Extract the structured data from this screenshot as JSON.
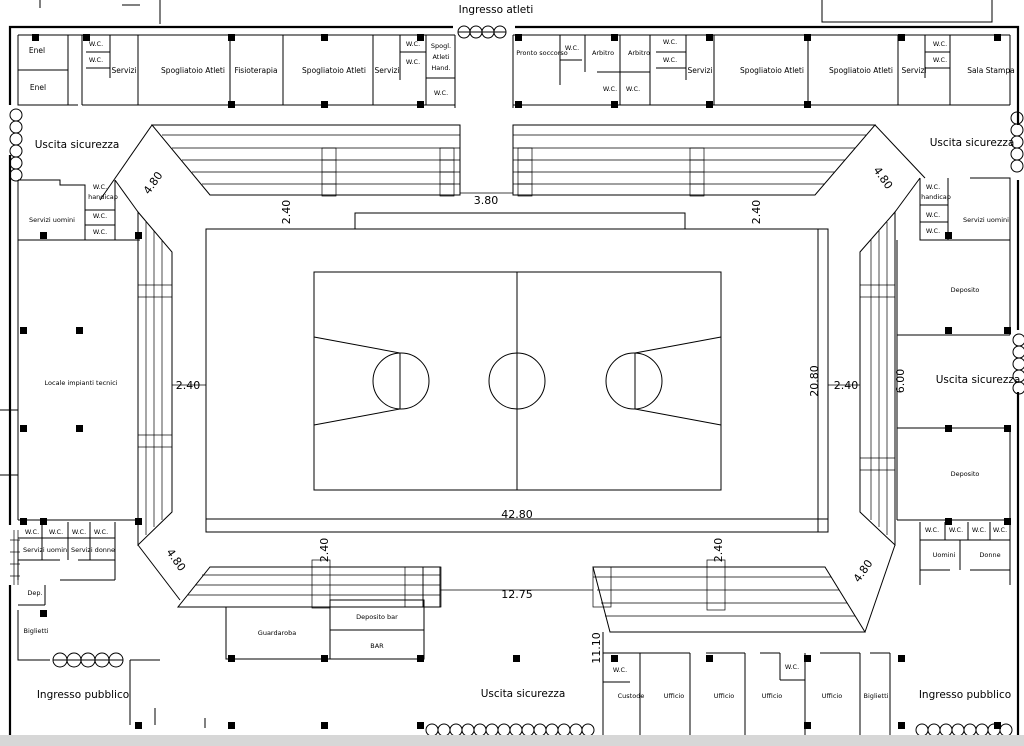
{
  "labels": {
    "ingresso_atleti": "Ingresso atleti",
    "ingresso_pubblico": "Ingresso pubblico",
    "uscita_sicurezza": "Uscita sicurezza",
    "enel": "Enel",
    "wc": "W.C.",
    "servizi": "Servizi",
    "spogliatoio_atleti": "Spogliatoio Atleti",
    "fisioterapia": "Fisioterapia",
    "spogl_atleti_hand_1": "Spogl.",
    "spogl_atleti_hand_2": "Atleti",
    "spogl_atleti_hand_3": "Hand.",
    "pronto_soccorso": "Pronto soccorso",
    "arbitro": "Arbitro",
    "sala_stampa": "Sala Stampa",
    "servizi_uomini": "Servizi uomini",
    "servizi_donne": "Servizi donne",
    "wc_handicap": "handicap",
    "locale_impianti": "Locale impianti tecnici",
    "deposito": "Deposito",
    "uomini": "Uomini",
    "donne": "Donne",
    "dep": "Dep.",
    "biglietti": "Biglietti",
    "guardaroba": "Guardaroba",
    "deposito_bar": "Deposito bar",
    "bar": "BAR",
    "custode": "Custode",
    "ufficio": "Ufficio"
  },
  "dimensions": {
    "court_length": "42.80",
    "court_width": "20.80",
    "top_gap": "3.80",
    "bottom_gap": "12.75",
    "stand_depth": "2.40",
    "diagonal": "4.80",
    "east_exit": "6.00",
    "south_depth": "11.10"
  }
}
